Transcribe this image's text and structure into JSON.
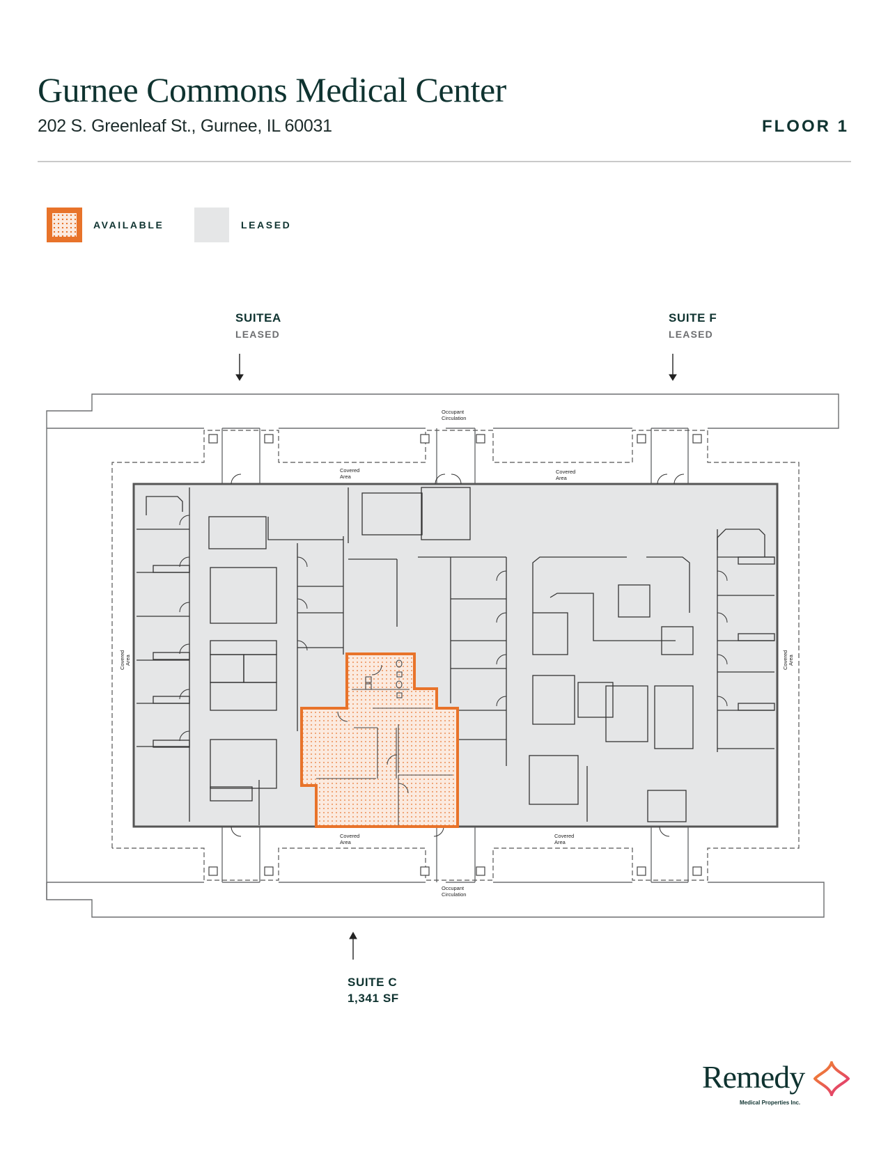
{
  "header": {
    "title": "Gurnee Commons Medical Center",
    "address": "202 S. Greenleaf St., Gurnee, IL 60031",
    "floor": "FLOOR 1"
  },
  "legend": {
    "available": {
      "label": "AVAILABLE",
      "color": "#e8732a"
    },
    "leased": {
      "label": "LEASED",
      "color": "#e5e6e7"
    }
  },
  "suites": [
    {
      "name": "SUITEA",
      "status": "LEASED",
      "arrow": "down"
    },
    {
      "name": "SUITE F",
      "status": "LEASED",
      "arrow": "down"
    },
    {
      "name": "SUITE C",
      "size": "1,341 SF",
      "status": "AVAILABLE",
      "arrow": "up"
    }
  ],
  "plan_labels": {
    "occupant_circulation_top": [
      "Occupant",
      "Circulation"
    ],
    "occupant_circulation_bottom": [
      "Occupant",
      "Circulation"
    ],
    "covered_area_top_left": [
      "Covered",
      "Area"
    ],
    "covered_area_top_right": [
      "Covered",
      "Area"
    ],
    "covered_area_bottom_left": [
      "Covered",
      "Area"
    ],
    "covered_area_bottom_right": [
      "Covered",
      "Area"
    ],
    "covered_area_left": [
      "Covered",
      "Area"
    ],
    "covered_area_right": [
      "Covered",
      "Area"
    ]
  },
  "logo": {
    "name": "Remedy",
    "subtitle": "Medical Properties Inc.",
    "accent_colors": [
      "#f28c28",
      "#e0307a"
    ]
  }
}
